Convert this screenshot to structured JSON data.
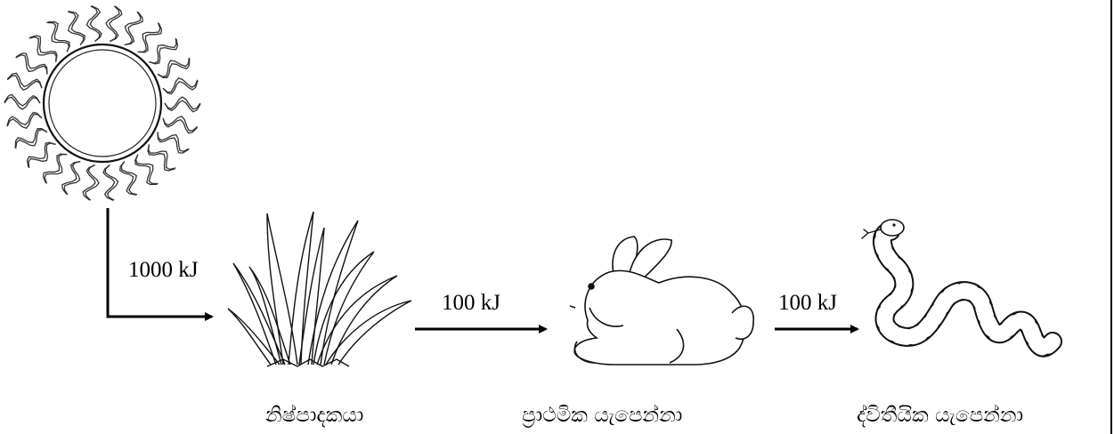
{
  "flows": {
    "sun_to_producer": "1000 kJ",
    "producer_to_primary": "100 kJ",
    "primary_to_secondary": "100 kJ"
  },
  "captions": {
    "producer": "නිෂ්පාදකයා",
    "primary_consumer": "ප්‍රාථමික  යැපෙන්නා",
    "secondary_consumer": "ද්විතීයික    යැපෙන්නා"
  }
}
